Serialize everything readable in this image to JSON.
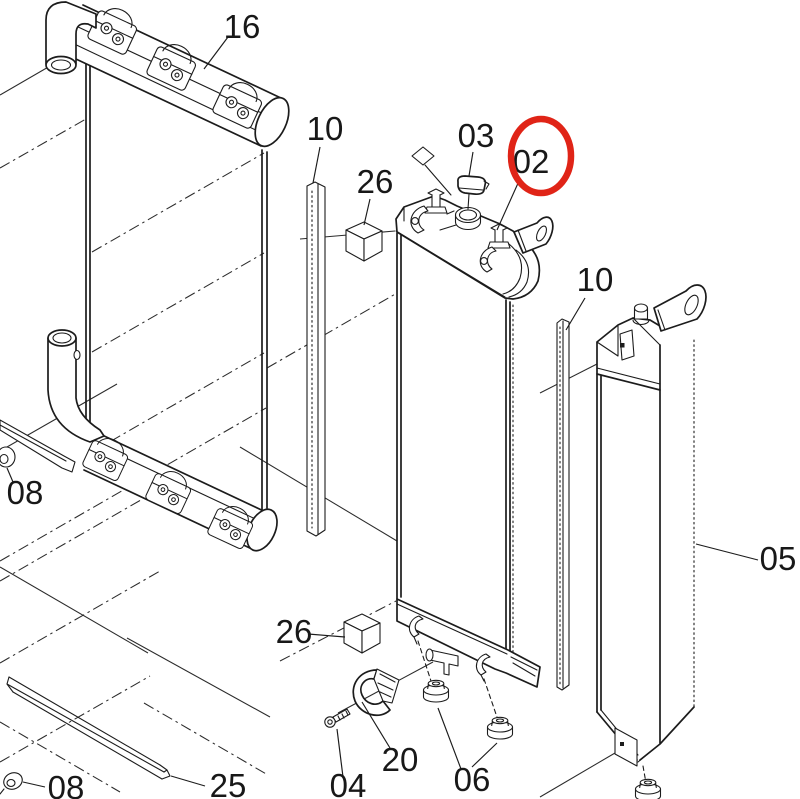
{
  "diagram": {
    "kind": "exploded-parts-diagram",
    "background_color": "#ffffff",
    "line_color": "#1c1c1c",
    "highlight": {
      "color": "#e02417",
      "label": "02"
    },
    "callouts": [
      {
        "id": "16",
        "label": "16"
      },
      {
        "id": "10-left",
        "label": "10"
      },
      {
        "id": "26-upper",
        "label": "26"
      },
      {
        "id": "03",
        "label": "03"
      },
      {
        "id": "02",
        "label": "02"
      },
      {
        "id": "10-right",
        "label": "10"
      },
      {
        "id": "05",
        "label": "05"
      },
      {
        "id": "08-left",
        "label": "08"
      },
      {
        "id": "26-lower",
        "label": "26"
      },
      {
        "id": "25",
        "label": "25"
      },
      {
        "id": "04",
        "label": "04"
      },
      {
        "id": "20",
        "label": "20"
      },
      {
        "id": "06",
        "label": "06"
      },
      {
        "id": "08-bottom",
        "label": "08"
      }
    ]
  }
}
